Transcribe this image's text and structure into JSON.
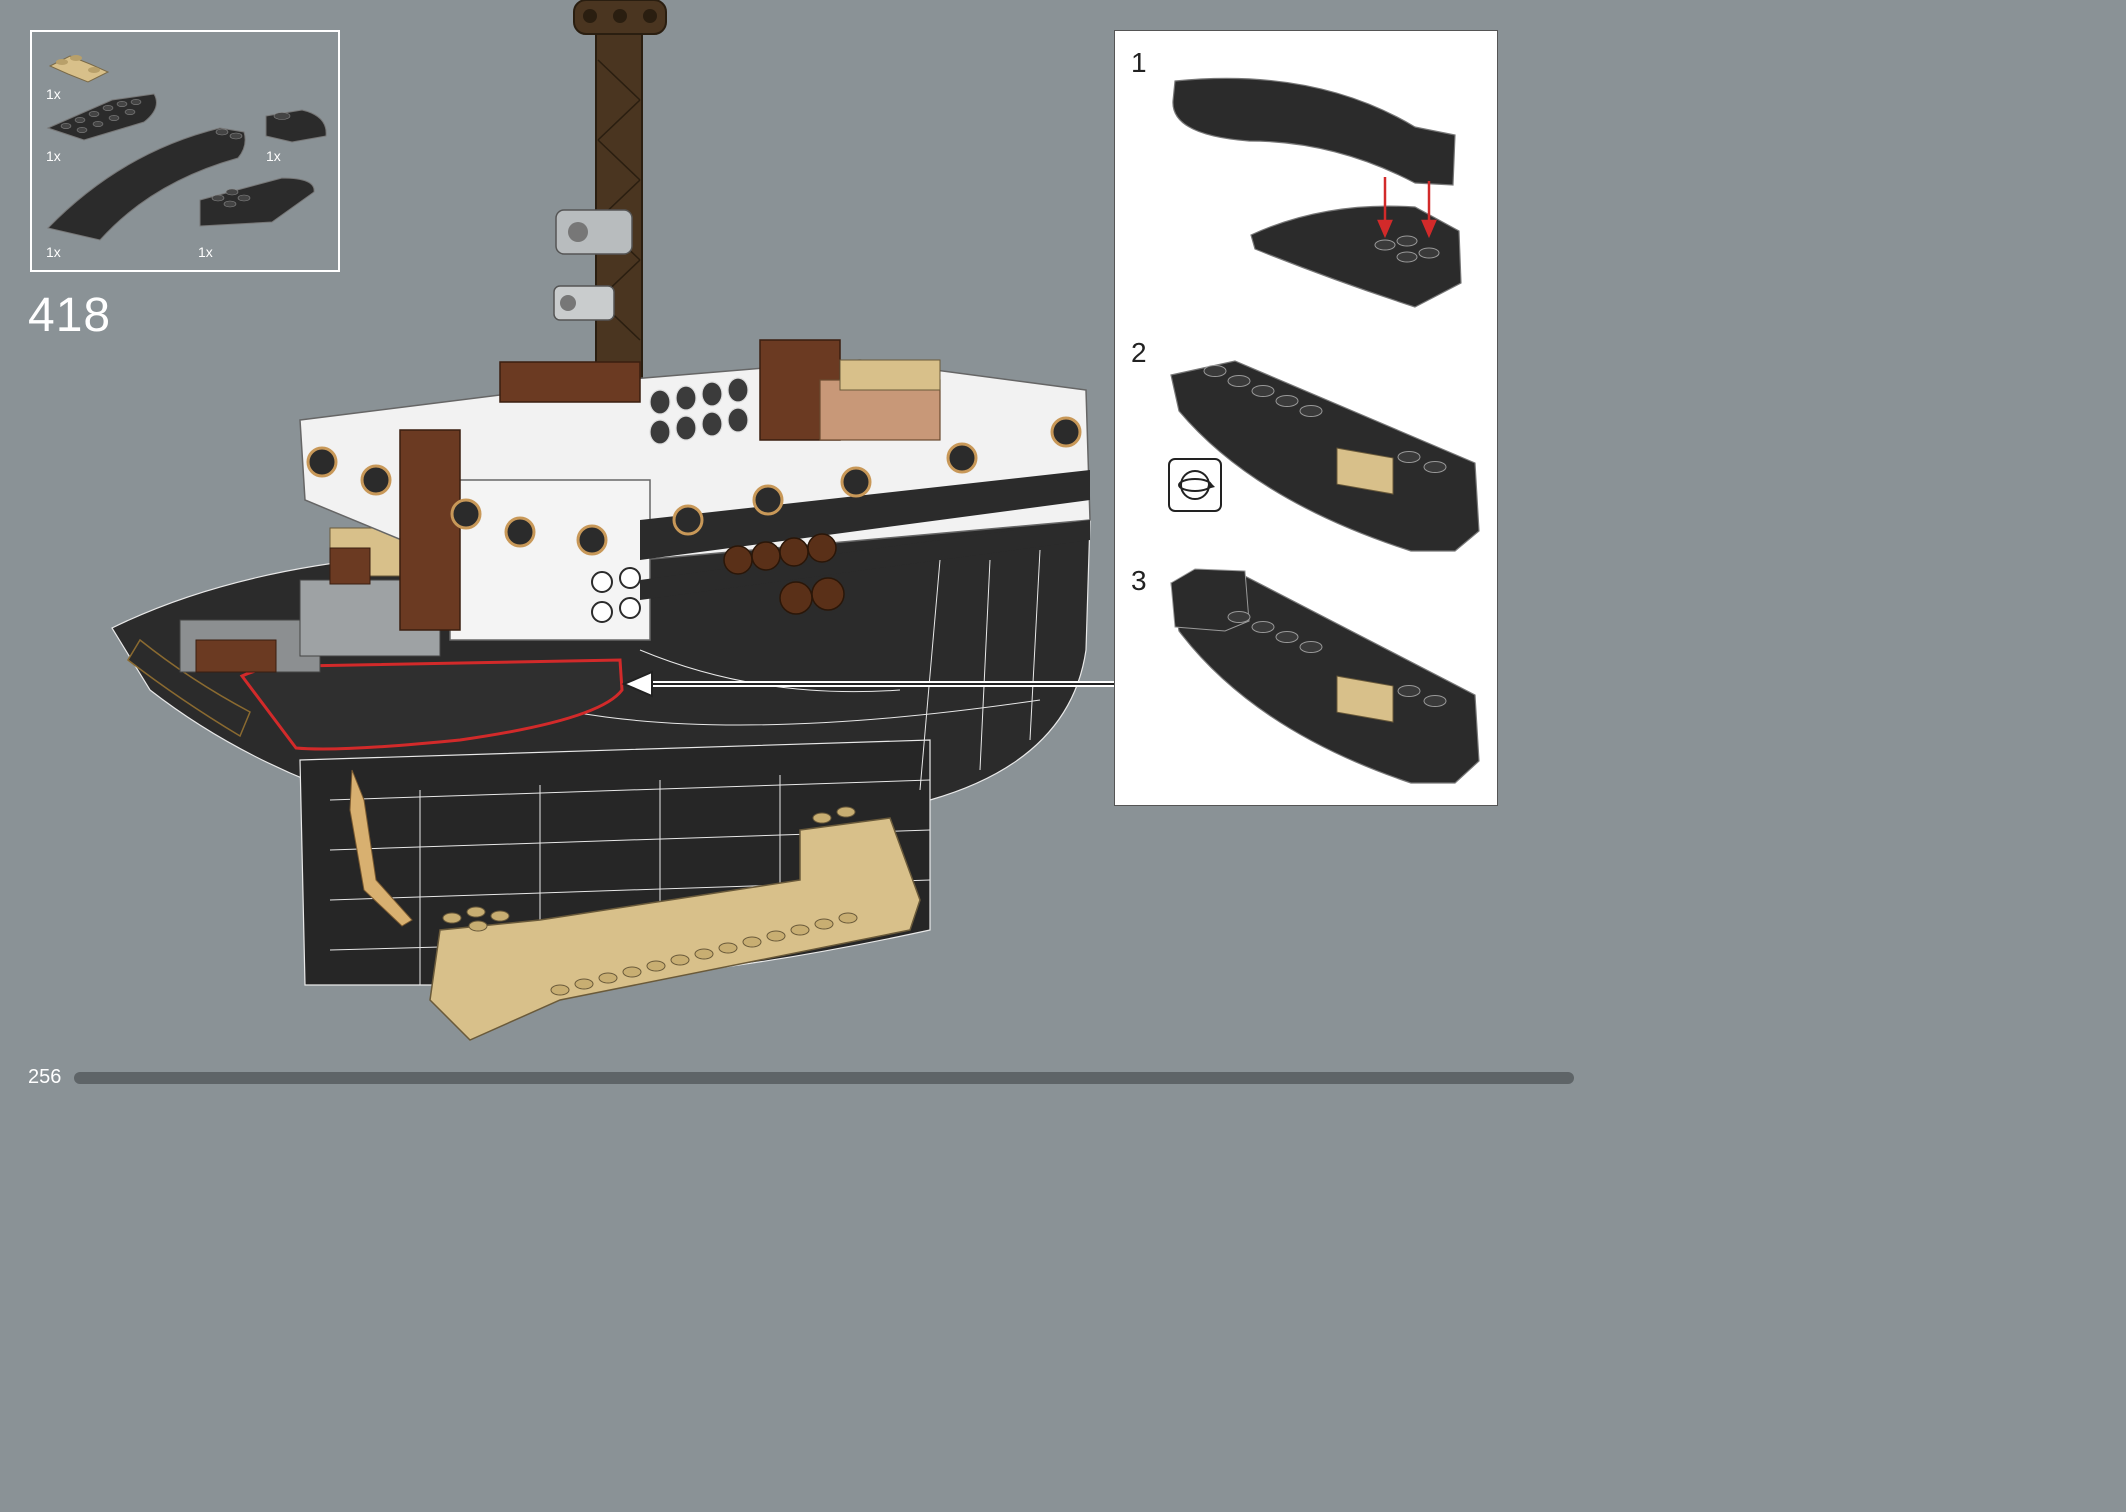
{
  "parts_list": {
    "items": [
      {
        "name": "tan-corner-plate",
        "qty": "1x"
      },
      {
        "name": "black-wedge-plate",
        "qty": "1x"
      },
      {
        "name": "black-round-brick",
        "qty": "1x"
      },
      {
        "name": "black-curved-slope-long",
        "qty": "1x"
      },
      {
        "name": "black-curved-slope-brick",
        "qty": "1x"
      }
    ]
  },
  "step": {
    "number": "418"
  },
  "substeps": [
    {
      "number": "1"
    },
    {
      "number": "2"
    },
    {
      "number": "3"
    }
  ],
  "rotate_icon": "rotate-model-icon",
  "footer": {
    "page_number": "256",
    "progress": 1.0
  },
  "colors": {
    "background": "#8a9296",
    "hull": "#2b2b2b",
    "tan": "#d8c08a",
    "white_brick": "#f2f2f2",
    "brown": "#6b3a22",
    "mast": "#4a3520",
    "highlight": "#d22a2a"
  }
}
